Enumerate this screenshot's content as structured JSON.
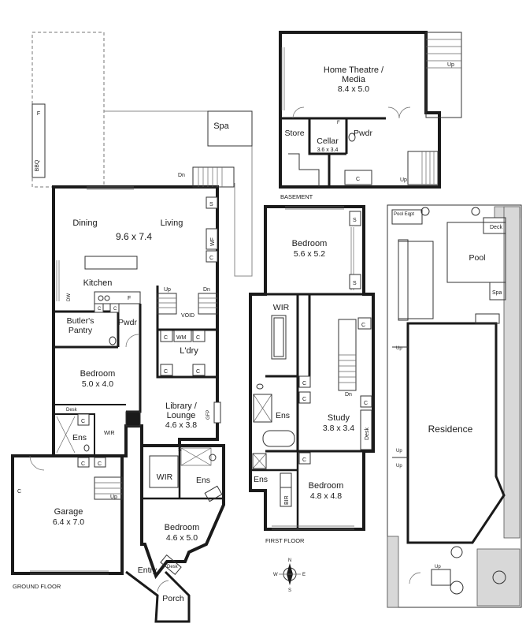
{
  "levels": {
    "ground": "GROUND FLOOR",
    "first": "FIRST FLOOR",
    "basement": "BASEMENT"
  },
  "rooms": {
    "dining": "Dining",
    "living": "Living",
    "living_dim": "9.6 x 7.4",
    "kitchen": "Kitchen",
    "butlers_1": "Butler's",
    "butlers_2": "Pantry",
    "pwdr": "Pwdr",
    "void": "VOID",
    "ldry": "L'dry",
    "wm": "WM",
    "bed_gf": "Bedroom",
    "bed_gf_dim": "5.0 x 4.0",
    "library_1": "Library /",
    "library_2": "Lounge",
    "library_dim": "4.6 x 3.8",
    "ens": "Ens",
    "wir": "WIR",
    "desk": "Desk",
    "garage": "Garage",
    "garage_dim": "6.4 x 7.0",
    "bed_front": "Bedroom",
    "bed_front_dim": "4.6 x 5.0",
    "entry": "Entry",
    "porch": "Porch",
    "spa": "Spa",
    "bbq": "BBQ",
    "f": "F",
    "gfp": "GFP",
    "bed_ff1": "Bedroom",
    "bed_ff1_dim": "5.6 x 5.2",
    "study": "Study",
    "study_dim": "3.8 x 3.4",
    "bed_ff2": "Bedroom",
    "bed_ff2_dim": "4.8 x 4.8",
    "bir": "BIR",
    "theatre_1": "Home Theatre /",
    "theatre_2": "Media",
    "theatre_dim": "8.4 x 5.0",
    "store": "Store",
    "cellar": "Cellar",
    "cellar_dim": "3.6 x 3.4",
    "pool_eqpt": "Pool Eqpt",
    "deck": "Deck",
    "pool": "Pool",
    "residence": "Residence"
  },
  "marks": {
    "c": "C",
    "s": "S",
    "wf": "WF",
    "dw": "DW",
    "up": "Up",
    "dn": "Dn"
  },
  "compass": {
    "n": "N",
    "s": "S",
    "e": "E",
    "w": "W"
  }
}
